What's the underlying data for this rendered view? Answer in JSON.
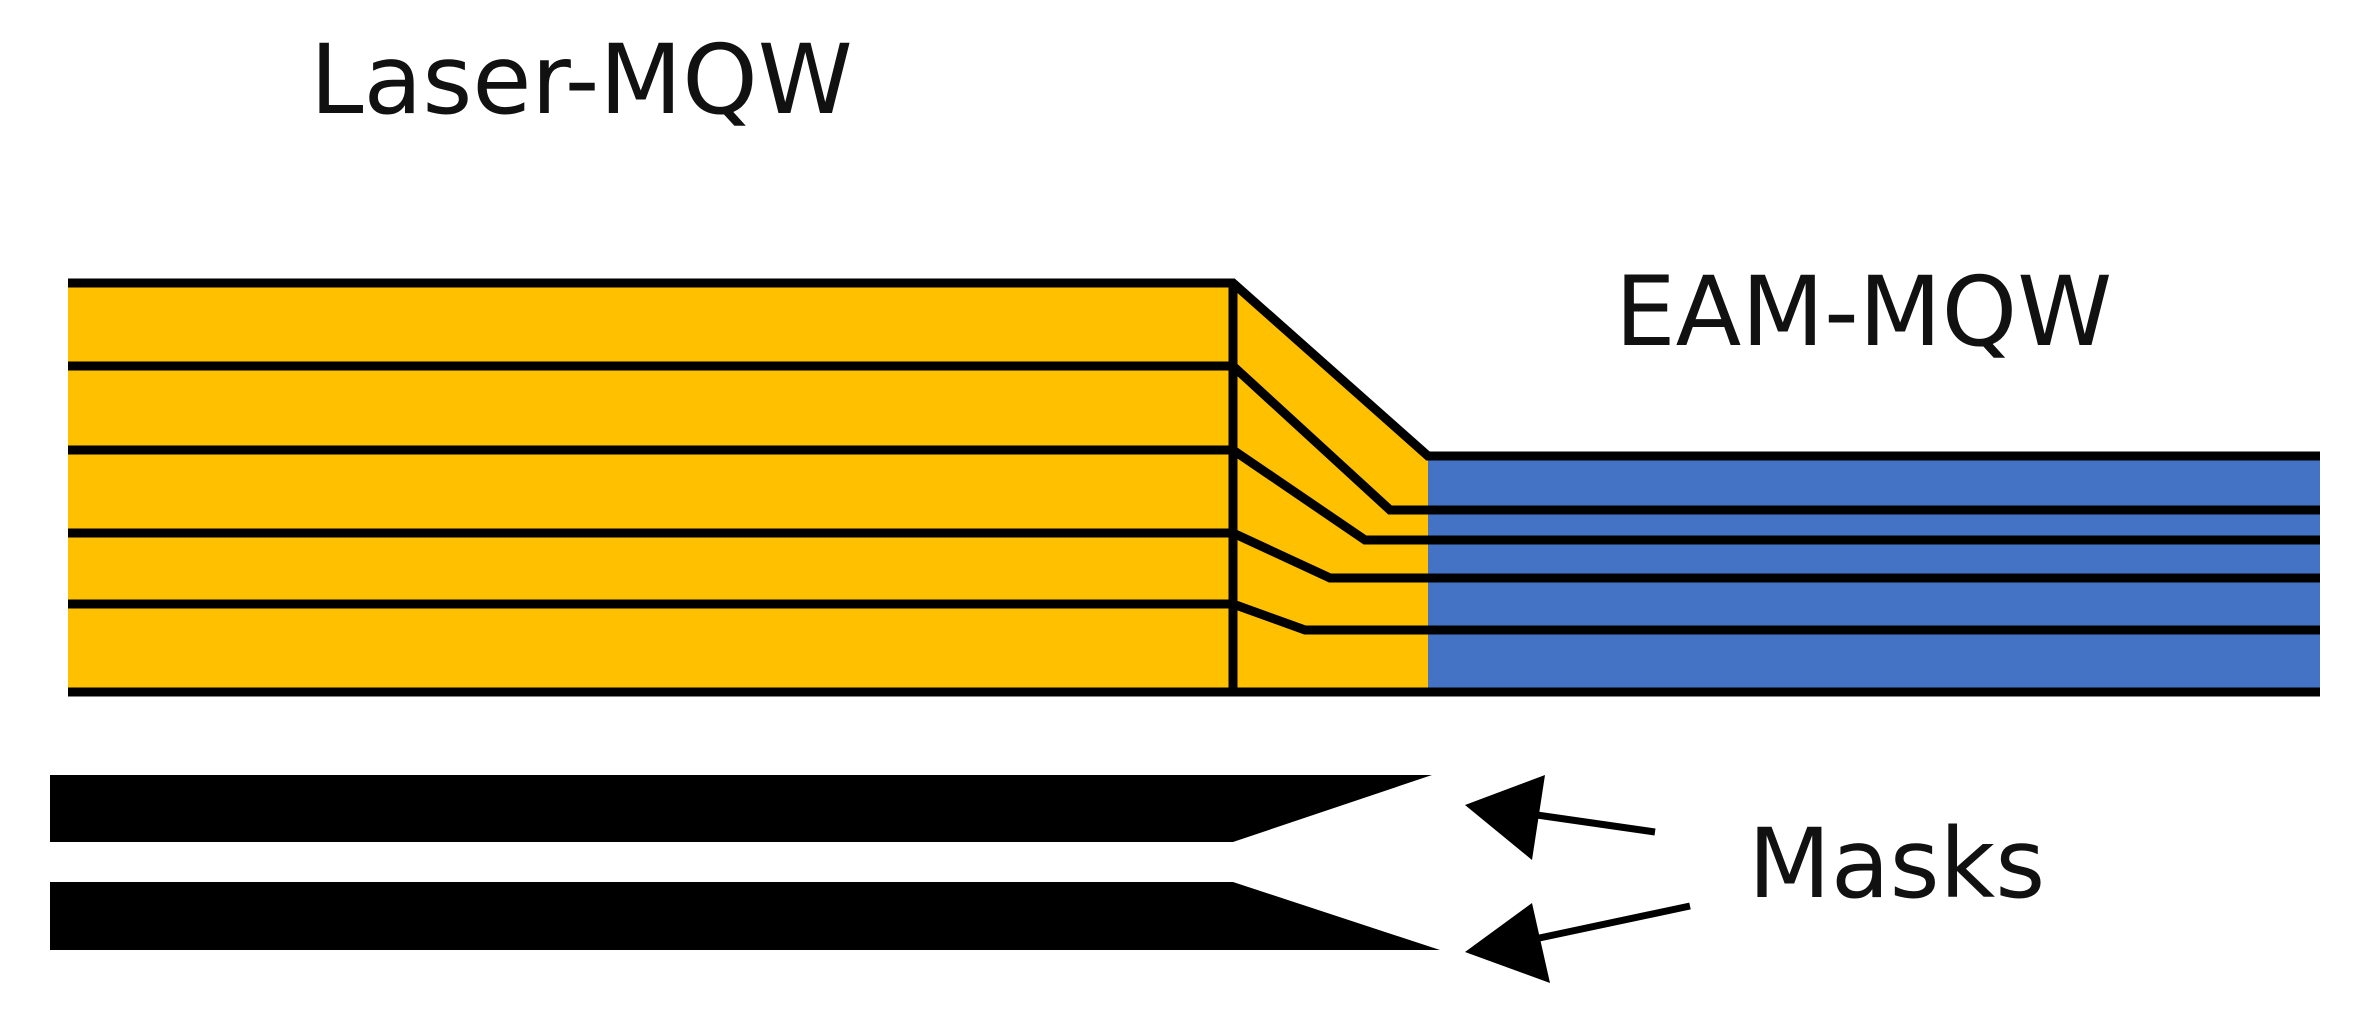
{
  "labels": {
    "laser": "Laser-MQW",
    "eam": "EAM-MQW",
    "masks": "Masks"
  },
  "colors": {
    "laser_fill": "#FFC000",
    "eam_fill": "#4472C4",
    "line": "#000000",
    "mask": "#000000",
    "background": "#FFFFFF"
  }
}
